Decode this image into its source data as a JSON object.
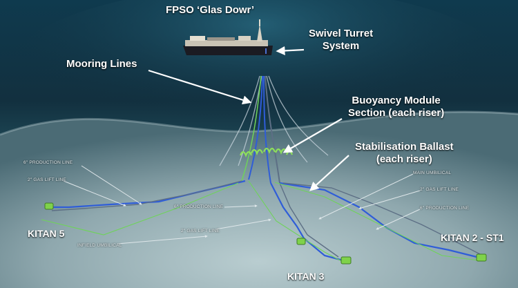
{
  "title": "FPSO ‘Glas Dowr’",
  "labels": {
    "swivel_turret": [
      "Swivel Turret",
      "System"
    ],
    "mooring_lines": "Mooring Lines",
    "buoyancy_module": [
      "Buoyancy Module",
      "Section (each riser)"
    ],
    "stabilisation_ballast": [
      "Stabilisation Ballast",
      "(each riser)"
    ]
  },
  "line_labels": {
    "production_left": "6\" PRODUCTION LINE",
    "gas_lift_left": "2\" GAS LIFT LINE",
    "production_center": "6\" PRODUCTION LINE",
    "gas_lift_center": "2\" GAS LIFT LINE",
    "infield_umbilical": "INFIELD UMBILICAL",
    "main_umbilical": "MAIN UMBILICAL",
    "gas_lift_right": "2\" GAS LIFT LINE",
    "production_right": "6\" PRODUCTION LINE"
  },
  "fields": {
    "kitan_5": "KITAN 5",
    "kitan_3": "KITAN 3",
    "kitan_2": "KITAN 2 - ST1"
  },
  "colors": {
    "ocean_dark": "#0f2f42",
    "seabed": "#9fb7bc",
    "production_line": "#2f5dd8",
    "gas_lift_line": "#5d6f85",
    "umbilical": "#6fd35a",
    "buoyancy": "#8ee05a"
  }
}
